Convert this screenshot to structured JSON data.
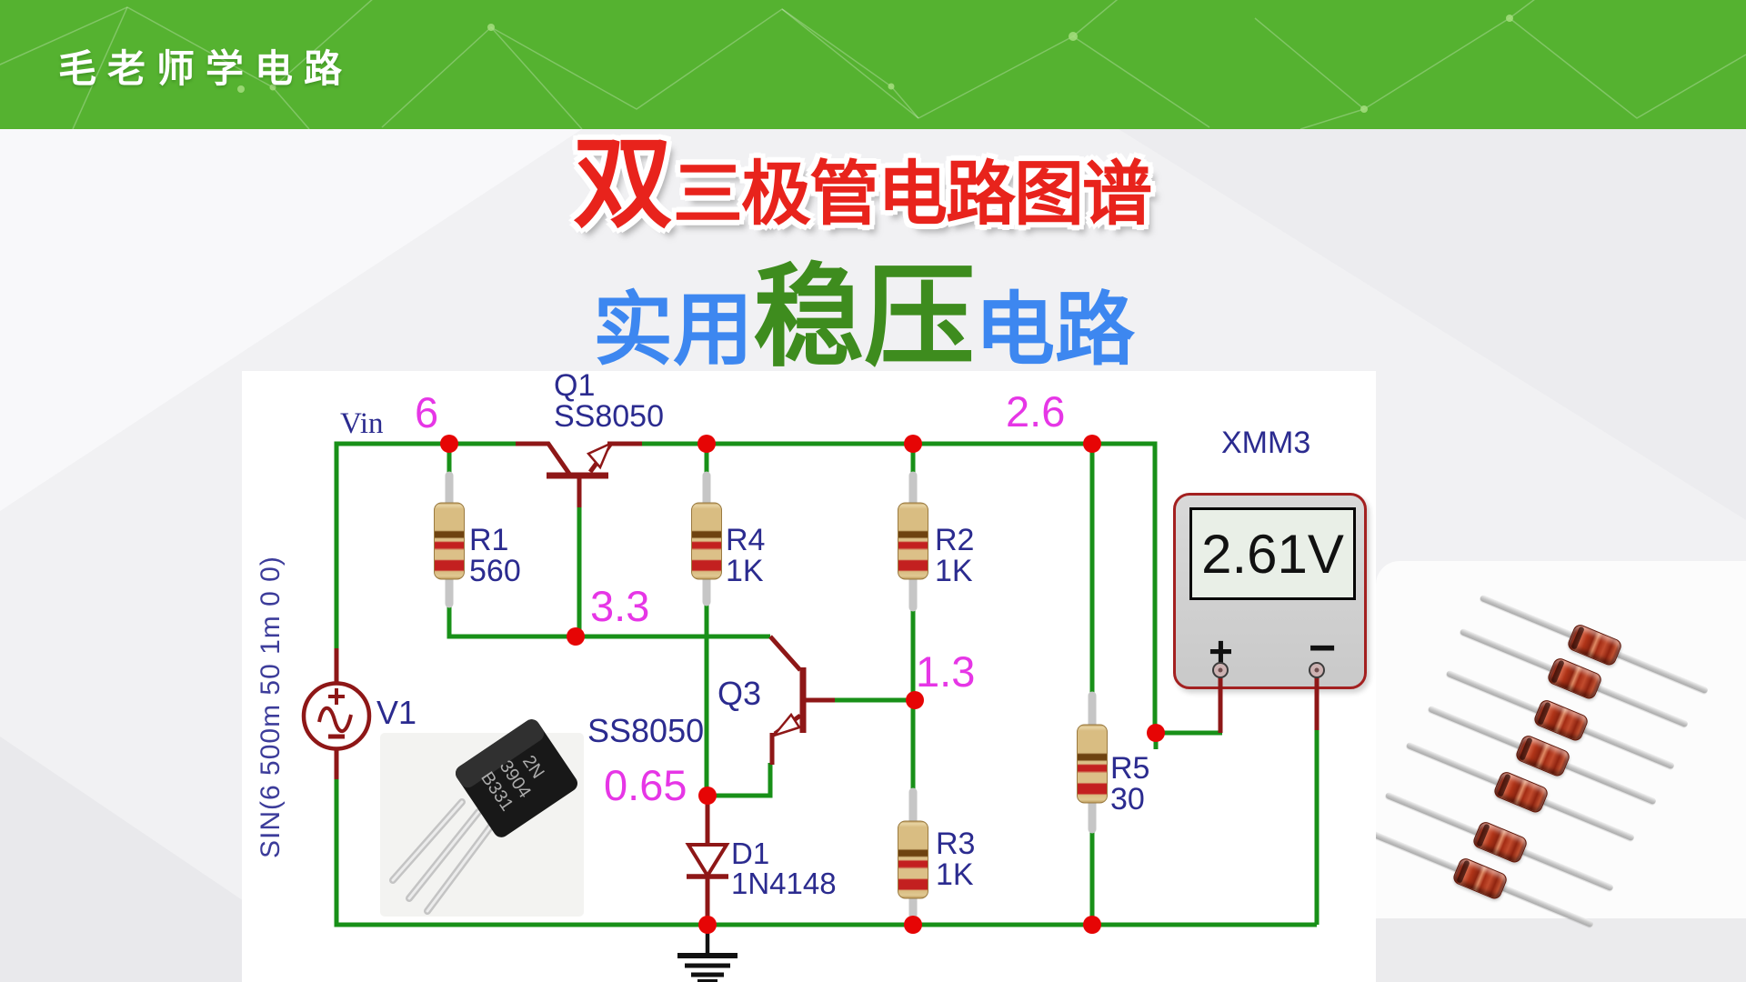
{
  "header": {
    "logo": "毛老师学电路"
  },
  "title": {
    "line1_emphasis": "双",
    "line1_rest": "三极管电路图谱",
    "line2_lead": "实用",
    "line2_emphasis": "稳压",
    "line2_tail": "电路"
  },
  "circuit": {
    "vin_label": "Vin",
    "node_values": {
      "input": "6",
      "q1_base": "3.3",
      "q3_base": "1.3",
      "reference": "0.65",
      "output": "2.6"
    },
    "q1": {
      "ref": "Q1",
      "part": "SS8050"
    },
    "q3": {
      "ref": "Q3",
      "part": "SS8050"
    },
    "r1": {
      "ref": "R1",
      "value": "560"
    },
    "r2": {
      "ref": "R2",
      "value": "1K"
    },
    "r3": {
      "ref": "R3",
      "value": "1K"
    },
    "r4": {
      "ref": "R4",
      "value": "1K"
    },
    "r5": {
      "ref": "R5",
      "value": "30"
    },
    "d1": {
      "ref": "D1",
      "part": "1N4148"
    },
    "v1": {
      "ref": "V1",
      "waveform": "SIN(6 500m 50 1m 0 0)"
    },
    "multimeter": {
      "ref": "XMM3",
      "reading": "2.61V",
      "plus_label": "+",
      "minus_label": "−"
    }
  },
  "photos": {
    "transistor_marking": [
      "2N",
      "3904",
      "B331"
    ]
  },
  "colors": {
    "header_green": "#55b230",
    "wire_green": "#189018",
    "symbol_dark_red": "#8e1717",
    "junction_red": "#e60505",
    "node_magenta": "#e636e6",
    "label_navy": "#2b2b8f",
    "title_red": "#e8231c",
    "title_blue": "#3d87f0",
    "title_green": "#3e8c1e"
  }
}
